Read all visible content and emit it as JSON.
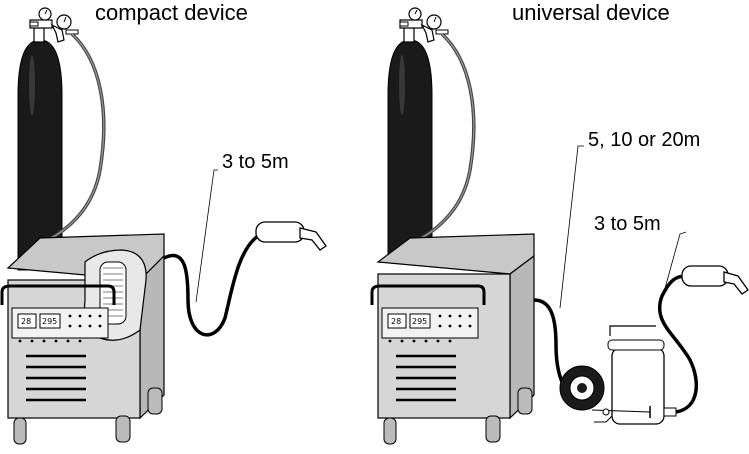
{
  "left_unit": {
    "title": "compact device",
    "cable_length": "3 to 5m",
    "display_values": [
      "28",
      "295"
    ]
  },
  "right_unit": {
    "title": "universal device",
    "hose_length": "5, 10 or 20m",
    "cable_length": "3 to 5m",
    "display_values": [
      "28",
      "295"
    ]
  },
  "colors": {
    "cylinder": "#1a1a1a",
    "cabinet_front": "#d6d6d6",
    "cabinet_side": "#b8b8b8",
    "cabinet_top": "#c8c8c8",
    "cable": "#000000"
  }
}
